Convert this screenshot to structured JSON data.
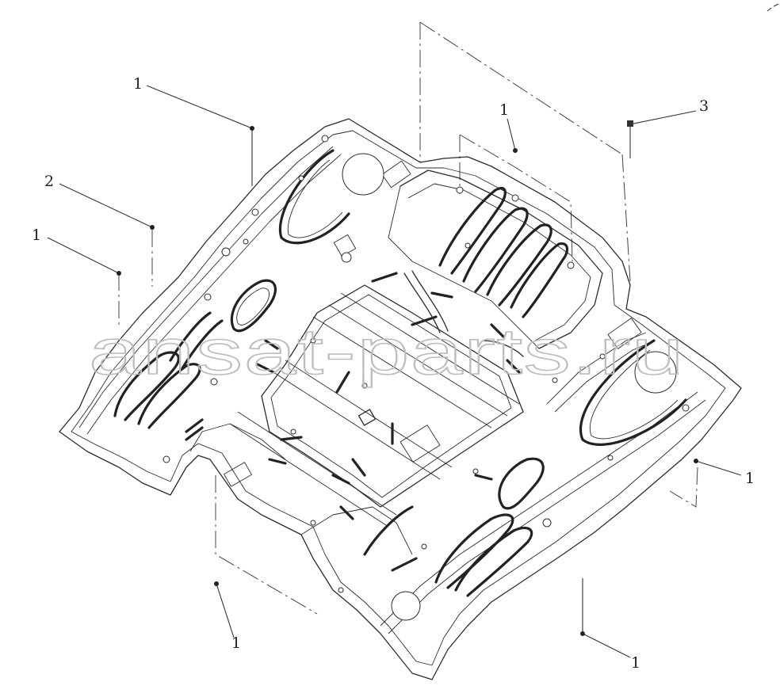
{
  "watermark": "ansat-parts.ru",
  "callouts": [
    {
      "id": "c1",
      "text": "1"
    },
    {
      "id": "c2",
      "text": "2"
    },
    {
      "id": "c3",
      "text": "1"
    },
    {
      "id": "c4",
      "text": "1"
    },
    {
      "id": "c5",
      "text": "3"
    },
    {
      "id": "c6",
      "text": "1"
    },
    {
      "id": "c7",
      "text": "1"
    },
    {
      "id": "c8",
      "text": "1"
    }
  ],
  "colors": {
    "line": "#2b2b2b",
    "watermark": "#bdbdbd",
    "background": "#ffffff"
  }
}
